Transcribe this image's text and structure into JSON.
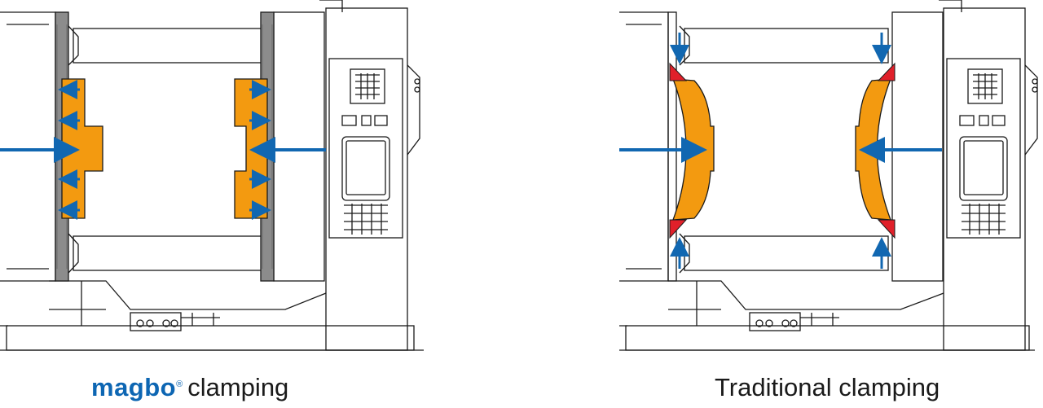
{
  "panels": [
    {
      "id": "magbo",
      "brand": "magbo",
      "registered_mark": "®",
      "label": "clamping"
    },
    {
      "id": "traditional",
      "label": "Traditional clamping"
    }
  ],
  "colors": {
    "line": "#1a1a1a",
    "platen_gray": "#8c8c8c",
    "mold_orange": "#f39a10",
    "arrow_blue": "#1167b1",
    "clamp_red": "#e0202a",
    "brand_blue": "#0d66b3"
  }
}
